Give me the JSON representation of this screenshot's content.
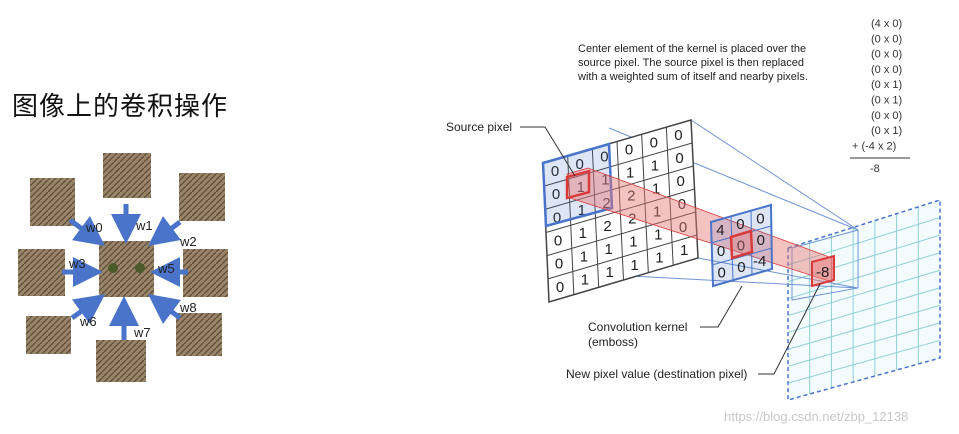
{
  "title": "图像上的卷积操作",
  "weights": [
    "w0",
    "w1",
    "w2",
    "w3",
    "w5",
    "w6",
    "w7",
    "w8"
  ],
  "description_text": [
    "Center element of the kernel is placed over the",
    "source pixel. The source pixel is then replaced",
    "with a weighted sum of itself and nearby pixels."
  ],
  "sum_terms": [
    "(4 x 0)",
    "(0 x 0)",
    "(0 x 0)",
    "(0 x 0)",
    "(0 x 1)",
    "(0 x 1)",
    "(0 x 0)",
    "(0 x 1)",
    "+ (-4 x 2)"
  ],
  "sum_result": "-8",
  "labels": {
    "source_pixel": "Source pixel",
    "kernel": "Convolution kernel",
    "kernel_sub": "(emboss)",
    "new_pixel": "New pixel value (destination pixel)"
  },
  "source_grid": [
    [
      "0",
      "0",
      "0",
      "0",
      "0",
      "0"
    ],
    [
      "0",
      "1",
      "1",
      "1",
      "1",
      "0"
    ],
    [
      "0",
      "1",
      "2",
      "2",
      "1",
      "0"
    ],
    [
      "0",
      "1",
      "2",
      "2",
      "1",
      "0"
    ],
    [
      "0",
      "1",
      "1",
      "1",
      "1",
      "0"
    ],
    [
      "0",
      "1",
      "1",
      "1",
      "1",
      "1"
    ]
  ],
  "kernel_grid": [
    [
      "4",
      "0",
      "0"
    ],
    [
      "0",
      "0",
      "0"
    ],
    [
      "0",
      "0",
      "-4"
    ]
  ],
  "destination_value": "-8",
  "watermark": "https://blog.csdn.net/zbp_12138",
  "colors": {
    "blue": "#4a74c9",
    "red": "#d93a3a",
    "beam": "#e88a8a",
    "grid": "#8ed0d6"
  }
}
